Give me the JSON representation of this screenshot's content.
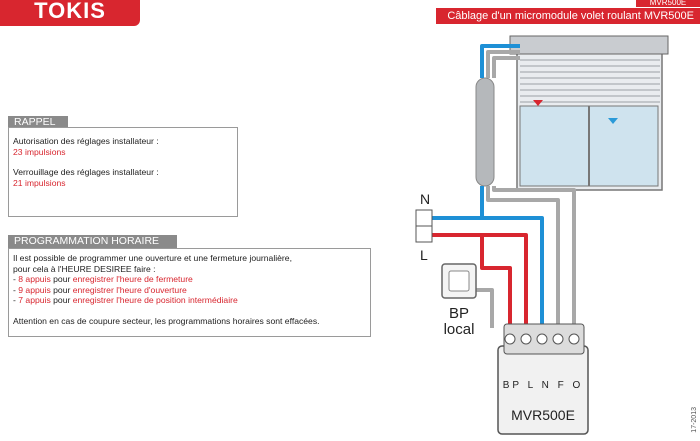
{
  "header": {
    "logo": "TOKIS",
    "ref": "MVR500E",
    "title": "Câblage d'un micromodule volet roulant MVR500E"
  },
  "rappel": {
    "heading": "RAPPEL",
    "lines": [
      {
        "text": "Autorisation des réglages installateur :",
        "value": "23 impulsions"
      },
      {
        "text": "Verrouillage des réglages installateur :",
        "value": "21 impulsions"
      }
    ]
  },
  "programmation": {
    "heading": "PROGRAMMATION HORAIRE",
    "intro1": "Il est possible de programmer une ouverture et une fermeture journalière,",
    "intro2": "pour cela à l'HEURE DESIREE faire :",
    "items": [
      {
        "prefix": "- ",
        "count": "8 appuis",
        "mid": " pour ",
        "action": "enregistrer l'heure de fermeture"
      },
      {
        "prefix": "- ",
        "count": "9 appuis",
        "mid": " pour ",
        "action": "enregistrer l'heure d'ouverture"
      },
      {
        "prefix": "- ",
        "count": "7 appuis",
        "mid": " pour ",
        "action": "enregistrer l'heure de position intermédiaire"
      }
    ],
    "note": "Attention en cas de coupure secteur, les programmations horaires sont effacées."
  },
  "diagram": {
    "label_N": "N",
    "label_L": "L",
    "bp_line1": "BP",
    "bp_line2": "local",
    "terminals": "BP L N F O",
    "module_name": "MVR500E",
    "colors": {
      "blue": "#1e90d6",
      "red": "#d8262f",
      "grey": "#a8a8a8",
      "accent": "#d8262f"
    }
  },
  "footer": {
    "date": "17-2013"
  }
}
